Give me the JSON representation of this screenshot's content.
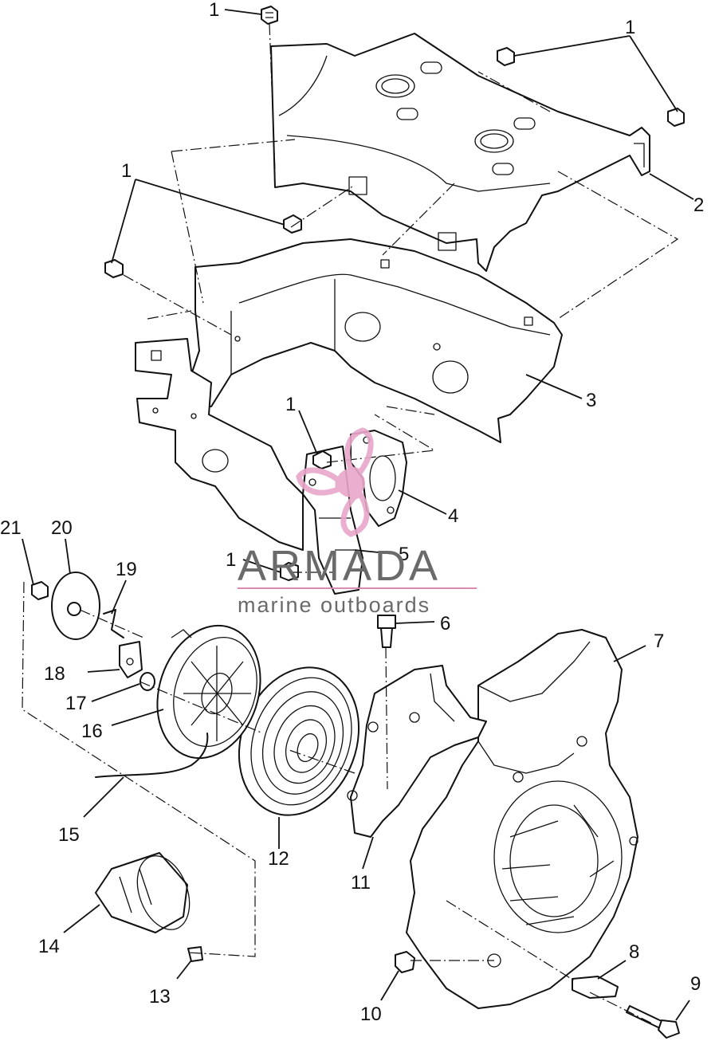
{
  "callouts": [
    "1",
    "1",
    "1",
    "1",
    "1",
    "1",
    "1",
    "2",
    "3",
    "4",
    "5",
    "6",
    "7",
    "8",
    "9",
    "10",
    "11",
    "12",
    "13",
    "14",
    "15",
    "16",
    "17",
    "18",
    "19",
    "20",
    "21"
  ],
  "watermark": {
    "name": "ARMADA",
    "tagline": "marine outboards",
    "colors": {
      "logo": "#e8a6c9",
      "text": "#6a6a6a",
      "rule": "#d98ab5"
    }
  },
  "colors": {
    "line": "#111111",
    "background": "#ffffff"
  }
}
